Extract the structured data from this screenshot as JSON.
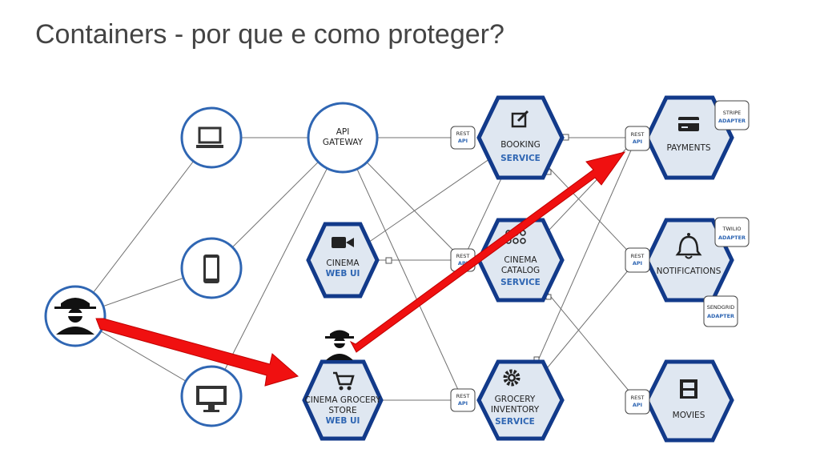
{
  "slide": {
    "title": "Containers - por que e como proteger?"
  },
  "nodes": {
    "api_gateway": {
      "line1": "API",
      "line2": "GATEWAY"
    },
    "cinema_web_ui": {
      "line1": "CINEMA",
      "line2": "WEB UI"
    },
    "grocery_store": {
      "line1": "CINEMA GROCERY",
      "line2": "STORE",
      "line3": "WEB UI"
    },
    "booking": {
      "line1": "BOOKING",
      "line2": "SERVICE"
    },
    "catalog": {
      "line1": "CINEMA",
      "line2": "CATALOG",
      "line3": "SERVICE"
    },
    "inventory": {
      "line1": "GROCERY",
      "line2": "INVENTORY",
      "line3": "SERVICE"
    },
    "payments": {
      "line1": "PAYMENTS"
    },
    "notifications": {
      "line1": "NOTIFICATIONS"
    },
    "movies": {
      "line1": "MOVIES"
    }
  },
  "rest_api": {
    "line1": "REST",
    "line2": "API"
  },
  "adapters": {
    "stripe": {
      "line1": "STRIPE",
      "line2": "ADAPTER"
    },
    "twilio": {
      "line1": "TWILIO",
      "line2": "ADAPTER"
    },
    "sendgrid": {
      "line1": "SENDGRID",
      "line2": "ADAPTER"
    }
  },
  "icons": [
    "laptop-icon",
    "smartphone-icon",
    "monitor-icon",
    "spy-icon",
    "video-camera-icon",
    "cart-icon",
    "edit-icon",
    "film-reels-icon",
    "gear-icon",
    "credit-card-icon",
    "bell-icon",
    "film-strip-icon"
  ],
  "colors": {
    "node_blue": "#2f66b3",
    "hex_fill": "#dfe7f1",
    "attack_arrow": "#f01010",
    "line": "#707070"
  }
}
